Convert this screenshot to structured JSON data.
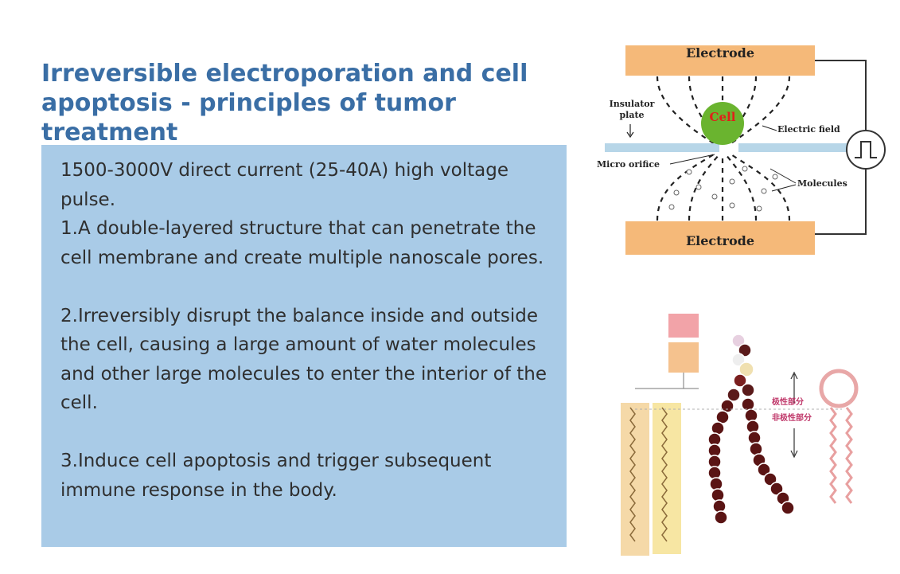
{
  "slide": {
    "title": "Irreversible electroporation and cell apoptosis - principles of tumor treatment",
    "paragraphs": [
      "1500-3000V direct current (25-40A) high voltage pulse.",
      "1.A double-layered structure that can penetrate the cell membrane and create multiple nanoscale pores.",
      "2.Irreversibly disrupt the balance inside and outside the cell, causing a large amount of water molecules and other large molecules to enter the interior of the cell.",
      "3.Induce cell apoptosis and trigger subsequent immune response in the body."
    ]
  },
  "electroporation_diagram": {
    "electrode_top": "Electrode",
    "electrode_bottom": "Electrode",
    "cell_label": "Cell",
    "insulator_line1": "Insulator",
    "insulator_line2": "plate",
    "electric_field": "Electric field",
    "micro_orifice": "Micro orifice",
    "molecules": "Molecules",
    "colors": {
      "electrode": "#f5b979",
      "cell": "#6ab42f",
      "cell_text": "#e0201a",
      "insulator": "#b7d6e8"
    }
  },
  "membrane_diagram": {
    "polar_label": "极性部分",
    "nonpolar_label": "非极性部分",
    "label_color": "#c0396b"
  }
}
